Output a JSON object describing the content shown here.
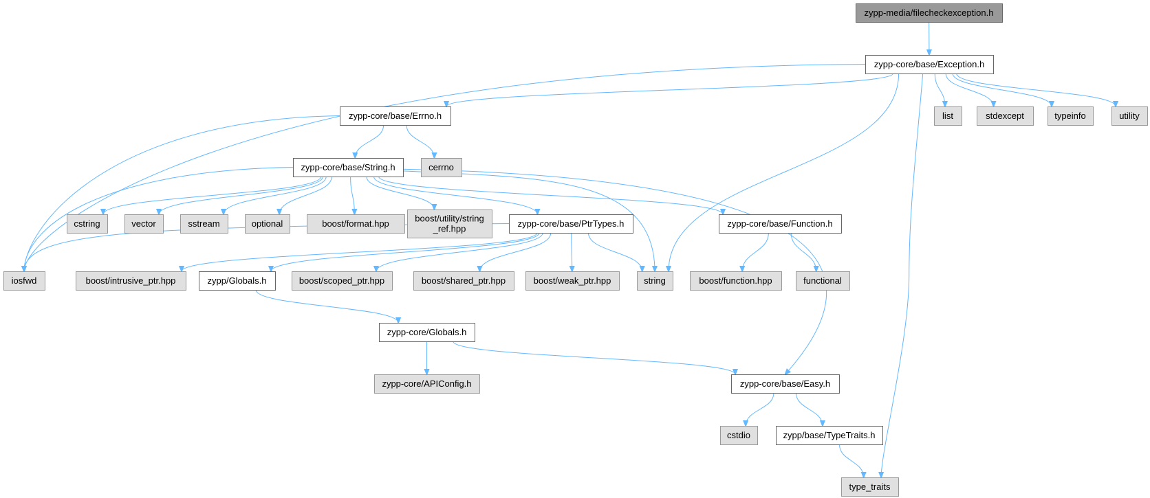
{
  "diagram": {
    "nodes": [
      {
        "id": "n0",
        "label": "zypp-media/filecheckexception.h",
        "kind": "root"
      },
      {
        "id": "n1",
        "label": "zypp-core/base/Exception.h",
        "kind": "doc"
      },
      {
        "id": "n2",
        "label": "zypp-core/base/Errno.h",
        "kind": "doc"
      },
      {
        "id": "n3",
        "label": "list",
        "kind": "ext"
      },
      {
        "id": "n4",
        "label": "stdexcept",
        "kind": "ext"
      },
      {
        "id": "n5",
        "label": "typeinfo",
        "kind": "ext"
      },
      {
        "id": "n6",
        "label": "utility",
        "kind": "ext"
      },
      {
        "id": "n7",
        "label": "zypp-core/base/String.h",
        "kind": "doc"
      },
      {
        "id": "n8",
        "label": "cerrno",
        "kind": "ext"
      },
      {
        "id": "n9",
        "label": "cstring",
        "kind": "ext"
      },
      {
        "id": "n10",
        "label": "vector",
        "kind": "ext"
      },
      {
        "id": "n11",
        "label": "sstream",
        "kind": "ext"
      },
      {
        "id": "n12",
        "label": "optional",
        "kind": "ext"
      },
      {
        "id": "n13",
        "label": "boost/format.hpp",
        "kind": "ext"
      },
      {
        "id": "n14",
        "lines": [
          "boost/utility/string",
          "_ref.hpp"
        ],
        "kind": "ext"
      },
      {
        "id": "n15",
        "label": "zypp-core/base/PtrTypes.h",
        "kind": "doc"
      },
      {
        "id": "n16",
        "label": "zypp-core/base/Function.h",
        "kind": "doc"
      },
      {
        "id": "n17",
        "label": "iosfwd",
        "kind": "ext"
      },
      {
        "id": "n18",
        "label": "boost/intrusive_ptr.hpp",
        "kind": "ext"
      },
      {
        "id": "n19",
        "label": "zypp/Globals.h",
        "kind": "doc"
      },
      {
        "id": "n20",
        "label": "boost/scoped_ptr.hpp",
        "kind": "ext"
      },
      {
        "id": "n21",
        "label": "boost/shared_ptr.hpp",
        "kind": "ext"
      },
      {
        "id": "n22",
        "label": "boost/weak_ptr.hpp",
        "kind": "ext"
      },
      {
        "id": "n23",
        "label": "string",
        "kind": "ext"
      },
      {
        "id": "n24",
        "label": "boost/function.hpp",
        "kind": "ext"
      },
      {
        "id": "n25",
        "label": "functional",
        "kind": "ext"
      },
      {
        "id": "n26",
        "label": "zypp-core/Globals.h",
        "kind": "doc"
      },
      {
        "id": "n27",
        "label": "zypp-core/APIConfig.h",
        "kind": "ext"
      },
      {
        "id": "n28",
        "label": "zypp-core/base/Easy.h",
        "kind": "doc"
      },
      {
        "id": "n29",
        "label": "cstdio",
        "kind": "ext"
      },
      {
        "id": "n30",
        "label": "zypp/base/TypeTraits.h",
        "kind": "doc"
      },
      {
        "id": "n31",
        "label": "type_traits",
        "kind": "ext"
      }
    ],
    "edges": [
      {
        "from": "n0",
        "to": "n1"
      },
      {
        "from": "n1",
        "to": "n2"
      },
      {
        "from": "n1",
        "to": "n3"
      },
      {
        "from": "n1",
        "to": "n4"
      },
      {
        "from": "n1",
        "to": "n5"
      },
      {
        "from": "n1",
        "to": "n6"
      },
      {
        "from": "n1",
        "to": "n17"
      },
      {
        "from": "n1",
        "to": "n23"
      },
      {
        "from": "n1",
        "to": "n31"
      },
      {
        "from": "n2",
        "to": "n7"
      },
      {
        "from": "n2",
        "to": "n8"
      },
      {
        "from": "n2",
        "to": "n17"
      },
      {
        "from": "n7",
        "to": "n9"
      },
      {
        "from": "n7",
        "to": "n10"
      },
      {
        "from": "n7",
        "to": "n11"
      },
      {
        "from": "n7",
        "to": "n12"
      },
      {
        "from": "n7",
        "to": "n13"
      },
      {
        "from": "n7",
        "to": "n14"
      },
      {
        "from": "n7",
        "to": "n15"
      },
      {
        "from": "n7",
        "to": "n16"
      },
      {
        "from": "n7",
        "to": "n17"
      },
      {
        "from": "n7",
        "to": "n23"
      },
      {
        "from": "n7",
        "to": "n28"
      },
      {
        "from": "n15",
        "to": "n17"
      },
      {
        "from": "n15",
        "to": "n18"
      },
      {
        "from": "n15",
        "to": "n19"
      },
      {
        "from": "n15",
        "to": "n20"
      },
      {
        "from": "n15",
        "to": "n21"
      },
      {
        "from": "n15",
        "to": "n22"
      },
      {
        "from": "n15",
        "to": "n23"
      },
      {
        "from": "n16",
        "to": "n24"
      },
      {
        "from": "n16",
        "to": "n25"
      },
      {
        "from": "n19",
        "to": "n26"
      },
      {
        "from": "n26",
        "to": "n27"
      },
      {
        "from": "n26",
        "to": "n28"
      },
      {
        "from": "n28",
        "to": "n29"
      },
      {
        "from": "n28",
        "to": "n30"
      },
      {
        "from": "n30",
        "to": "n31"
      }
    ]
  }
}
